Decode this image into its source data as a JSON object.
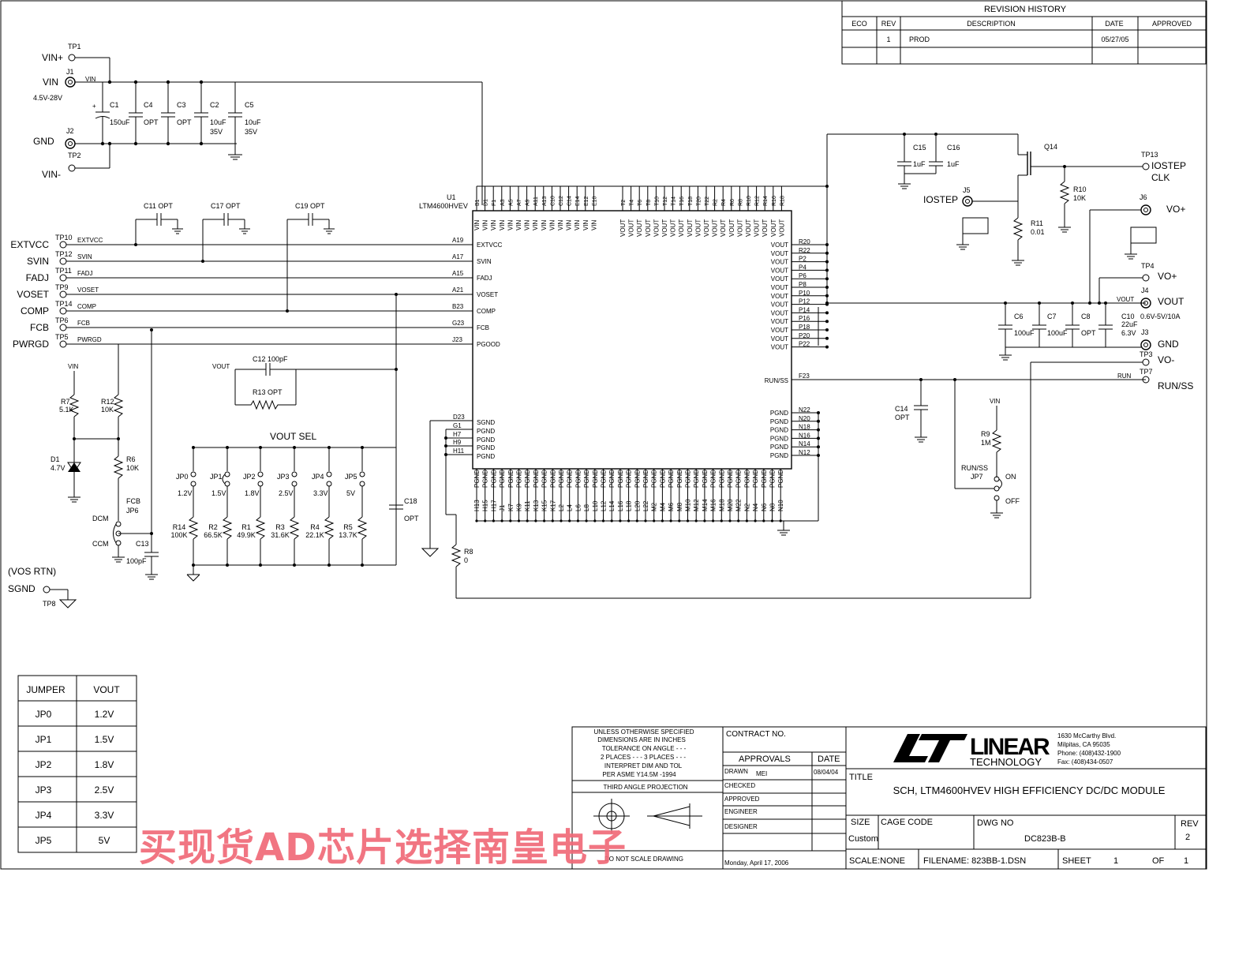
{
  "revision": {
    "title": "REVISION HISTORY",
    "headers": [
      "ECO",
      "REV",
      "DESCRIPTION",
      "DATE",
      "APPROVED"
    ],
    "row": {
      "eco": "",
      "rev": "1",
      "description": "PROD",
      "date": "05/27/05",
      "approved": ""
    }
  },
  "inputs": {
    "vin_plus": "VIN+",
    "tp1": "TP1",
    "vin": "VIN",
    "j1": "J1",
    "vin_range": "4.5V-28V",
    "gnd": "GND",
    "j2": "J2",
    "tp2": "TP2",
    "vin_minus": "VIN-",
    "net_vin": "VIN"
  },
  "input_caps": [
    {
      "ref": "C1",
      "val": "150uF",
      "extra": ""
    },
    {
      "ref": "C4",
      "val": "OPT",
      "extra": ""
    },
    {
      "ref": "C3",
      "val": "OPT",
      "extra": ""
    },
    {
      "ref": "C2",
      "val": "10uF",
      "extra": "35V"
    },
    {
      "ref": "C5",
      "val": "10uF",
      "extra": "35V"
    }
  ],
  "u1": {
    "ref": "U1",
    "part": "LTM4600HVEV",
    "top_left_pins": [
      "B1",
      "D1",
      "F1",
      "A3",
      "A5",
      "A7",
      "A9",
      "A11",
      "A13",
      "C10",
      "C12",
      "C14",
      "E14",
      "E12",
      "E10"
    ],
    "top_right_pins": [
      "T2",
      "T4",
      "T6",
      "T8",
      "T10",
      "T12",
      "T14",
      "T16",
      "T18",
      "T20",
      "T22",
      "R2",
      "R4",
      "R6",
      "R8",
      "R10",
      "R12",
      "R14",
      "R16",
      "R18"
    ],
    "vin_label": "VIN",
    "vout_label": "VOUT",
    "pgnd_label": "PGND",
    "sgnd_label": "SGND",
    "left_pins": [
      {
        "pin": "A19",
        "name": "EXTVCC"
      },
      {
        "pin": "A17",
        "name": "SVIN"
      },
      {
        "pin": "A15",
        "name": "FADJ"
      },
      {
        "pin": "A21",
        "name": "VOSET"
      },
      {
        "pin": "B23",
        "name": "COMP"
      },
      {
        "pin": "G23",
        "name": "FCB"
      },
      {
        "pin": "J23",
        "name": "PGOOD"
      }
    ],
    "right_vout_pins": [
      "R20",
      "R22",
      "P2",
      "P4",
      "P6",
      "P8",
      "P10",
      "P12",
      "P14",
      "P16",
      "P18",
      "P20",
      "P22"
    ],
    "run_pin": {
      "pin": "F23",
      "name": "RUN/SS"
    },
    "right_pgnd_pins": [
      "N22",
      "N20",
      "N18",
      "N16",
      "N14",
      "N12"
    ],
    "left_sgnd_pins": [
      "D23",
      "G1",
      "H7",
      "H9",
      "H11"
    ],
    "bottom_pins": [
      "H13",
      "H15",
      "H17",
      "J1",
      "K7",
      "K9",
      "K11",
      "K13",
      "K15",
      "K17",
      "L2",
      "L4",
      "L6",
      "L8",
      "L10",
      "L12",
      "L14",
      "L16",
      "L18",
      "L20",
      "L22",
      "M2",
      "M4",
      "M6",
      "M8",
      "M10",
      "M12",
      "M14",
      "M16",
      "M18",
      "M20",
      "M22",
      "N2",
      "N4",
      "N6",
      "N8",
      "N10"
    ]
  },
  "left_signals": [
    {
      "label": "EXTVCC",
      "tp": "TP10",
      "net": "EXTVCC"
    },
    {
      "label": "SVIN",
      "tp": "TP12",
      "net": "SVIN"
    },
    {
      "label": "FADJ",
      "tp": "TP11",
      "net": "FADJ"
    },
    {
      "label": "VOSET",
      "tp": "TP9",
      "net": "VOSET"
    },
    {
      "label": "COMP",
      "tp": "TP14",
      "net": "COMP"
    },
    {
      "label": "FCB",
      "tp": "TP6",
      "net": "FCB"
    },
    {
      "label": "PWRGD",
      "tp": "TP5",
      "net": "PWRGD"
    }
  ],
  "opt_caps": [
    "C11 OPT",
    "C17 OPT",
    "C19 OPT"
  ],
  "comp_net": {
    "c12": "C12 100pF",
    "r13": "R13 OPT",
    "vout": "VOUT"
  },
  "pullups": {
    "vin": "VIN",
    "r7": "R7",
    "r7v": "5.1K",
    "r12": "R12",
    "r12v": "10K",
    "d1": "D1",
    "d1v": "4.7V",
    "r6": "R6",
    "r6v": "10K",
    "fcb": "FCB",
    "jp6": "JP6",
    "dcm": "DCM",
    "ccm": "CCM",
    "c13": "C13",
    "c13v": "100pF"
  },
  "vout_sel": {
    "title": "VOUT SEL",
    "jumpers": [
      {
        "ref": "JP0",
        "v": "1.2V",
        "r": "R14",
        "rv": "100K"
      },
      {
        "ref": "JP1",
        "v": "1.5V",
        "r": "R2",
        "rv": "66.5K"
      },
      {
        "ref": "JP2",
        "v": "1.8V",
        "r": "R1",
        "rv": "49.9K"
      },
      {
        "ref": "JP3",
        "v": "2.5V",
        "r": "R3",
        "rv": "31.6K"
      },
      {
        "ref": "JP4",
        "v": "3.3V",
        "r": "R4",
        "rv": "22.1K"
      },
      {
        "ref": "JP5",
        "v": "5V",
        "r": "R5",
        "rv": "13.7K"
      }
    ],
    "c18": "C18",
    "c18v": "OPT"
  },
  "sgnd": {
    "vos_rtn": "(VOS RTN)",
    "label": "SGND",
    "tp": "TP8",
    "r8": "R8",
    "r8v": "0"
  },
  "right": {
    "c15": "C15",
    "c15v": "1uF",
    "c16": "C16",
    "c16v": "1uF",
    "q14": "Q14",
    "tp13": "TP13",
    "iostep_clk_1": "IOSTEP",
    "iostep_clk_2": "CLK",
    "iostep": "IOSTEP",
    "j5": "J5",
    "r10": "R10",
    "r10v": "10K",
    "r11": "R11",
    "r11v": "0.01",
    "j6": "J6",
    "vo_plus_j6": "VO+",
    "tp4": "TP4",
    "vo_plus": "VO+",
    "j4": "J4",
    "vout": "VOUT",
    "vout_net": "VOUT",
    "vout_range": "0.6V-5V/10A",
    "c6": "C6",
    "c6v": "100uF",
    "c7": "C7",
    "c7v": "100uF",
    "c8": "C8",
    "c8v": "OPT",
    "c10": "C10",
    "c10v": "22uF",
    "c10v2": "6.3V",
    "j3": "J3",
    "gnd": "GND",
    "tp3": "TP3",
    "vo_minus": "VO-",
    "tp7": "TP7",
    "run_net": "RUN",
    "run_ss": "RUN/SS",
    "c14": "C14",
    "c14v": "OPT",
    "vin": "VIN",
    "r9": "R9",
    "r9v": "1M",
    "jp7": "JP7",
    "runss": "RUN/SS",
    "on": "ON",
    "off": "OFF"
  },
  "jumper_table": {
    "headers": [
      "JUMPER",
      "VOUT"
    ],
    "rows": [
      [
        "JP0",
        "1.2V"
      ],
      [
        "JP1",
        "1.5V"
      ],
      [
        "JP2",
        "1.8V"
      ],
      [
        "JP3",
        "2.5V"
      ],
      [
        "JP4",
        "3.3V"
      ],
      [
        "JP5",
        "5V"
      ]
    ]
  },
  "title_block": {
    "notes": [
      "UNLESS OTHERWISE SPECIFIED",
      "DIMENSIONS ARE IN INCHES",
      "TOLERANCE ON ANGLE - - -",
      "2 PLACES - - -     3 PLACES - - -",
      "INTERPRET DIM AND TOL",
      "PER ASME Y14.5M -1994"
    ],
    "third_angle": "THIRD ANGLE PROJECTION",
    "do_not_scale": "DO NOT SCALE DRAWING",
    "contract": "CONTRACT NO.",
    "approvals": "APPROVALS",
    "date": "DATE",
    "drawn": "DRAWN",
    "drawn_by": "MEI",
    "drawn_date": "08/04/04",
    "checked": "CHECKED",
    "approved": "APPROVED",
    "engineer": "ENGINEER",
    "designer": "DESIGNER",
    "print_date": "Monday, April 17, 2006",
    "logo_main": "LINEAR",
    "logo_sub": "TECHNOLOGY",
    "address": [
      "1630 McCarthy Blvd.",
      "Milpitas, CA 95035",
      "Phone: (408)432-1900",
      "Fax: (408)434-0507"
    ],
    "title_label": "TITLE",
    "title": "SCH, LTM4600HVEV HIGH EFFICIENCY DC/DC MODULE",
    "size_label": "SIZE",
    "size": "Custom",
    "cage_label": "CAGE CODE",
    "dwg_label": "DWG NO",
    "dwg": "DC823B-B",
    "rev_label": "REV",
    "rev": "2",
    "scale": "SCALE:NONE",
    "filename": "FILENAME: 823BB-1.DSN",
    "sheet_label": "SHEET",
    "sheet": "1",
    "of_label": "OF",
    "of": "1"
  },
  "watermark": "买现货AD芯片选择南皇电子"
}
